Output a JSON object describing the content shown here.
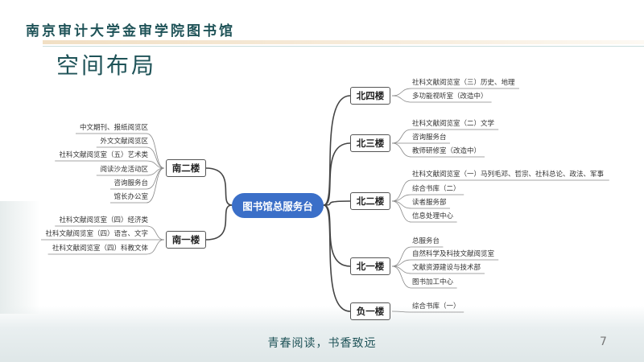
{
  "header": {
    "school": "南京审计大学金审学院图书馆",
    "title": "空间布局"
  },
  "center": "图书馆总服务台",
  "floors": [
    {
      "id": "north4",
      "label": "北四楼",
      "side": "right",
      "items": [
        "社科文献阅览室（三）历史、地理",
        "多功能视听室（改造中）"
      ]
    },
    {
      "id": "north3",
      "label": "北三楼",
      "side": "right",
      "items": [
        "社科文献阅览室（二）文学",
        "咨询服务台",
        "教师研修室（改造中）"
      ]
    },
    {
      "id": "north2",
      "label": "北二楼",
      "side": "right",
      "items": [
        "社科文献阅览室（一）马列毛邓、哲宗、社科总论、政法、军事",
        "综合书库（二）",
        "读者服务部",
        "信息处理中心"
      ]
    },
    {
      "id": "north1",
      "label": "北一楼",
      "side": "right",
      "items": [
        "总服务台",
        "自然科学及科技文献阅览室",
        "文献资源建设与技术部",
        "图书加工中心"
      ]
    },
    {
      "id": "basement1",
      "label": "负一楼",
      "side": "right",
      "items": [
        "综合书库（一）"
      ]
    },
    {
      "id": "south2",
      "label": "南二楼",
      "side": "left",
      "items": [
        "中文期刊、报纸阅览区",
        "外文文献阅览区",
        "社科文献阅览室（五）艺术类",
        "阅读沙龙活动区",
        "咨询服务台",
        "馆长办公室"
      ]
    },
    {
      "id": "south1",
      "label": "南一楼",
      "side": "left",
      "items": [
        "社科文献阅览室（四）经济类",
        "社科文献阅览室（四）语言、文字",
        "社科文献阅览室（四）科教文体"
      ]
    }
  ],
  "footer": {
    "slogan": "青春阅读，书香致远",
    "page": "7"
  }
}
